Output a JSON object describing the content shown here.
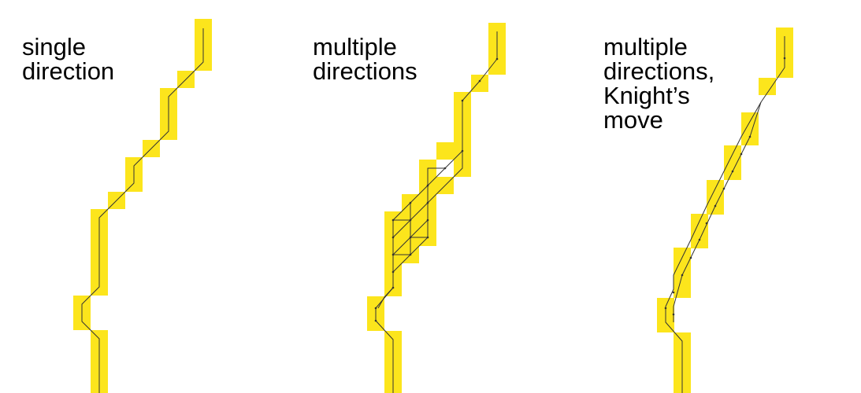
{
  "panels": [
    {
      "label": "single\ndirection"
    },
    {
      "label": "multiple\ndirections"
    },
    {
      "label": "multiple\ndirections,\nKnight’s\nmove"
    }
  ],
  "colors": {
    "highlight": "#fce51c",
    "path": "#333333",
    "background": "#ffffff"
  }
}
